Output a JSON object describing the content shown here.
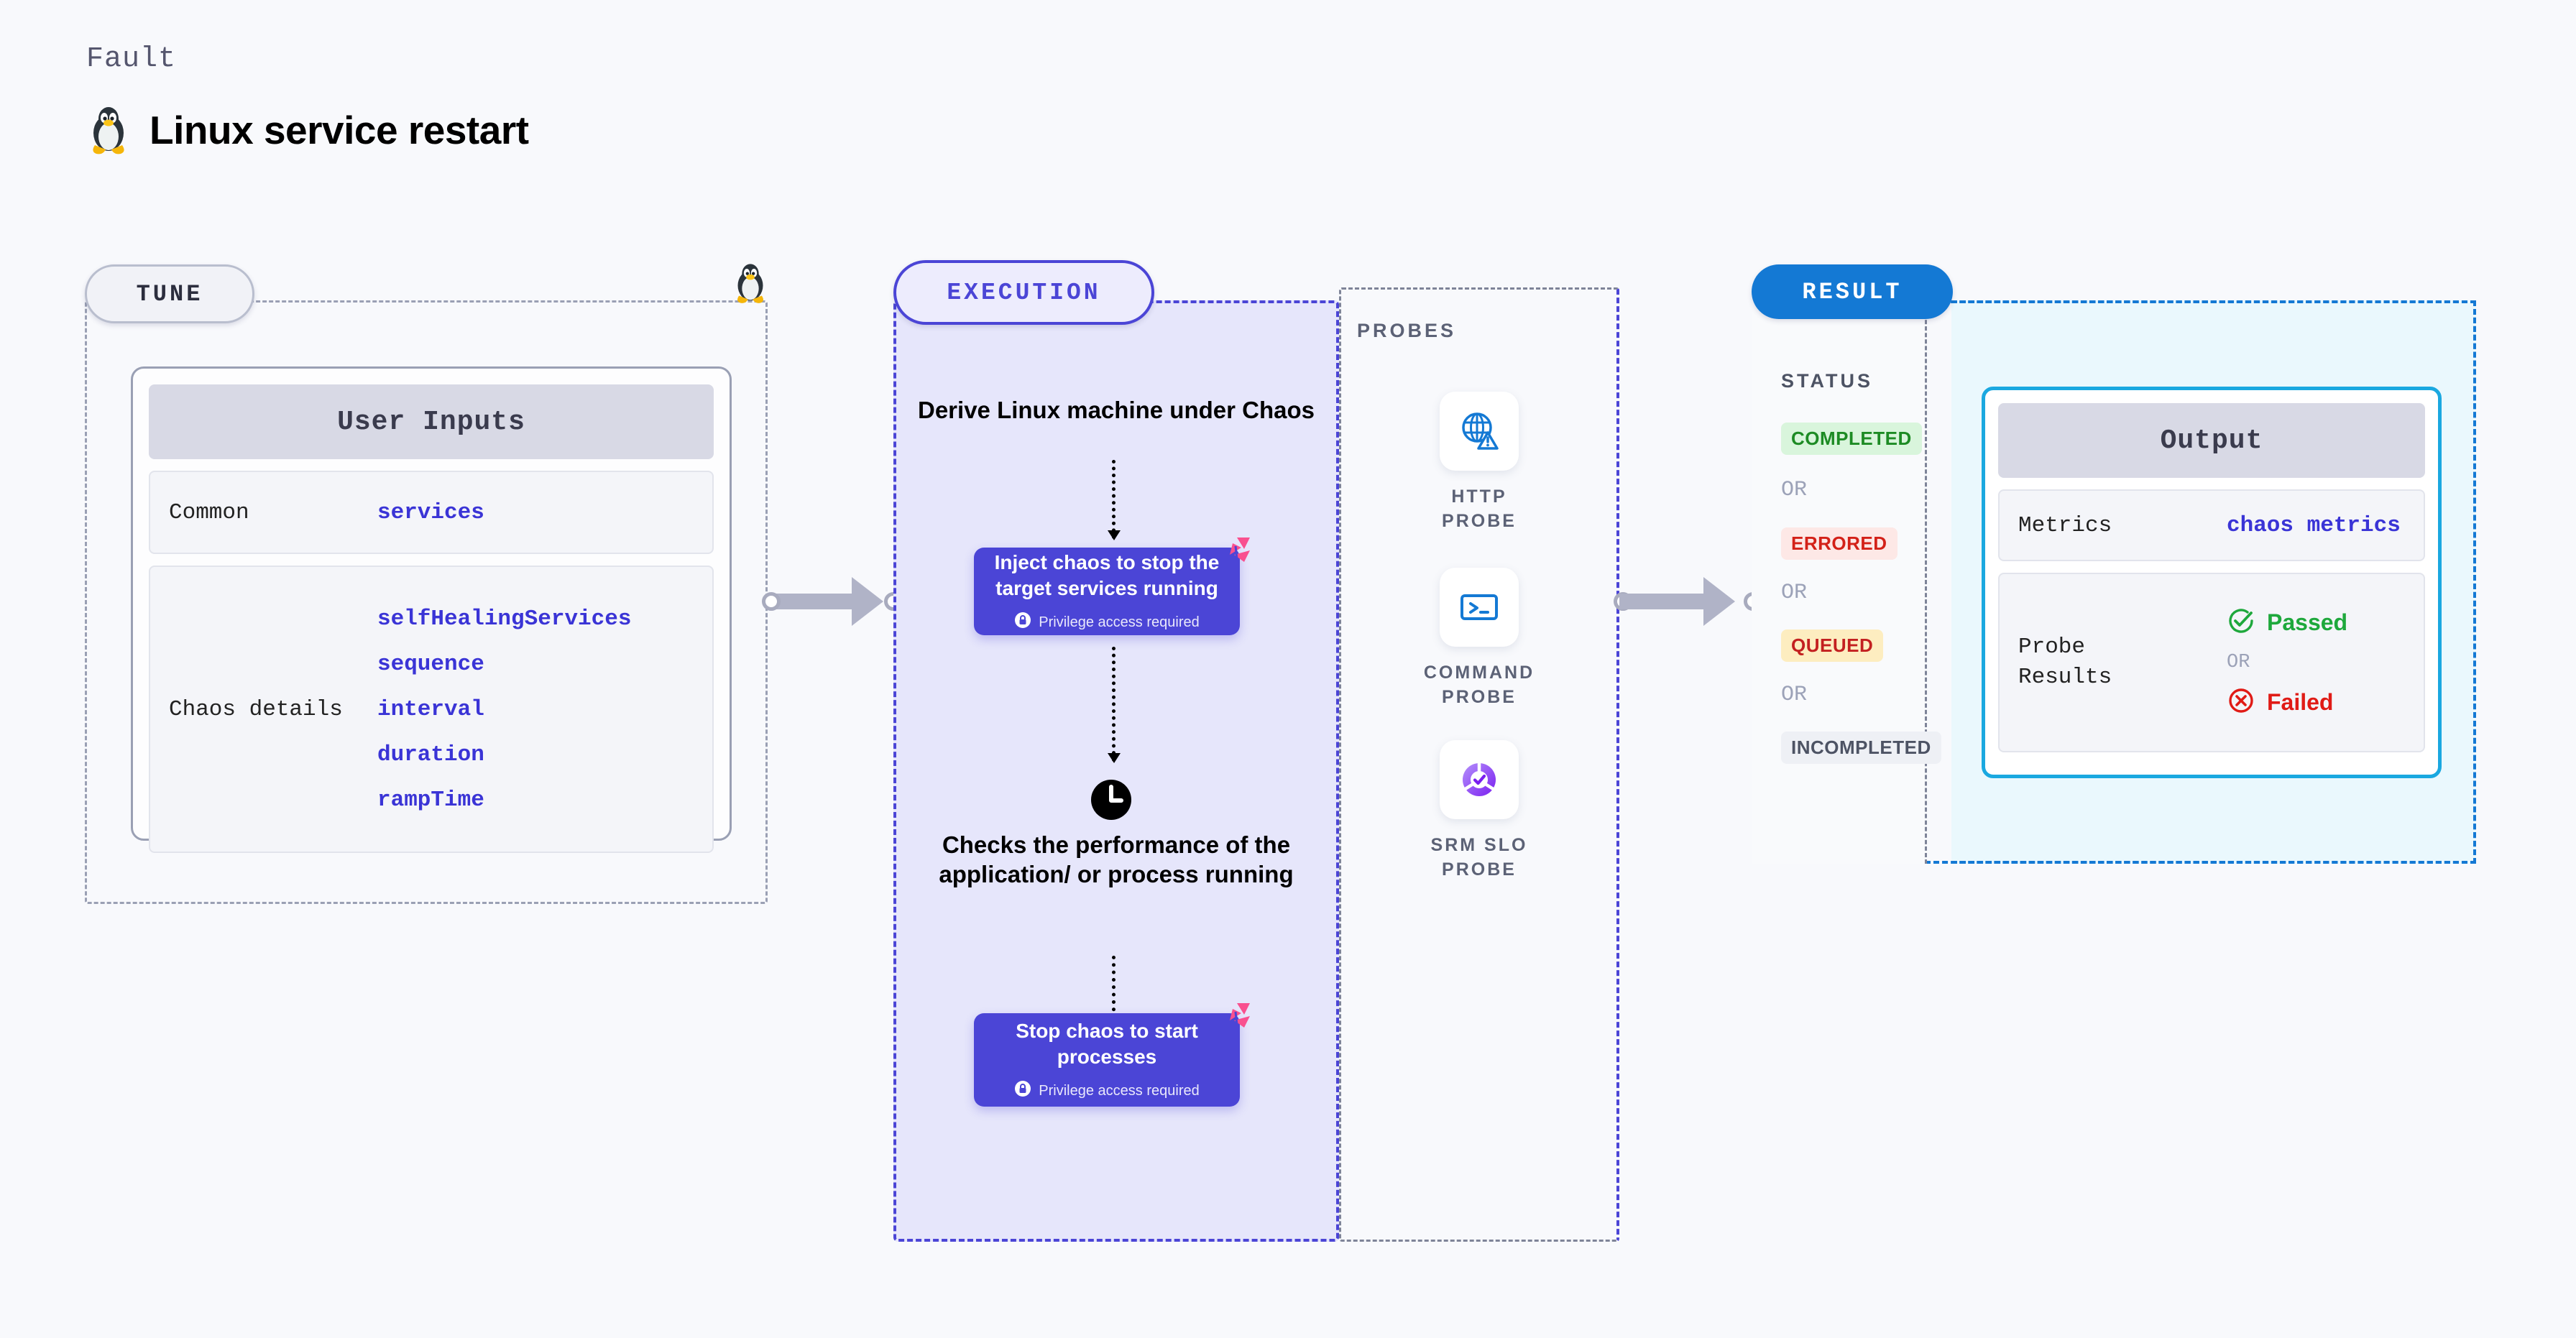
{
  "header": {
    "eyebrow": "Fault",
    "title": "Linux service restart",
    "icon": "tux-penguin-icon"
  },
  "tune": {
    "pill_label": "TUNE",
    "card_title": "User Inputs",
    "rows": [
      {
        "key": "Common",
        "values": [
          "services"
        ]
      },
      {
        "key": "Chaos details",
        "values": [
          "selfHealingServices",
          "sequence",
          "interval",
          "duration",
          "rampTime"
        ]
      }
    ]
  },
  "execution": {
    "pill_label": "EXECUTION",
    "step_derive": "Derive Linux machine under Chaos",
    "step_inject": {
      "title": "Inject chaos to stop the target services running",
      "privilege": "Privilege access required"
    },
    "step_check": "Checks the performance of the application/ or process running",
    "step_stop": {
      "title": "Stop chaos to start processes",
      "privilege": "Privilege access required"
    }
  },
  "probes": {
    "label": "PROBES",
    "items": [
      {
        "label": "HTTP PROBE",
        "icon": "globe-warning-icon"
      },
      {
        "label": "COMMAND PROBE",
        "icon": "terminal-icon"
      },
      {
        "label": "SRM SLO PROBE",
        "icon": "slo-donut-check-icon"
      }
    ]
  },
  "result": {
    "pill_label": "RESULT",
    "status_label": "STATUS",
    "or_label": "OR",
    "statuses": [
      {
        "label": "COMPLETED",
        "bg": "#d9f5dc",
        "fg": "#1d8b24"
      },
      {
        "label": "ERRORED",
        "bg": "#fde8e6",
        "fg": "#d32118"
      },
      {
        "label": "QUEUED",
        "bg": "#fdedc0",
        "fg": "#c32020"
      },
      {
        "label": "INCOMPLETED",
        "bg": "#eef0f5",
        "fg": "#4d5364"
      }
    ],
    "output": {
      "title": "Output",
      "metrics_key": "Metrics",
      "metrics_value": "chaos metrics",
      "probe_key": "Probe Results",
      "passed": "Passed",
      "failed": "Failed",
      "or_label": "OR"
    }
  },
  "colors": {
    "background": "#f8f9fc",
    "tune_border": "#9aa0b4",
    "execution": "#4b45d6",
    "execution_fill": "#e6e6fb",
    "result": "#1479d4",
    "result_fill": "#eaf8fd",
    "output_border": "#1aa8e0",
    "param_text": "#3a34d6",
    "litmus_pink": "#f9508f",
    "passed": "#1ea83c",
    "failed": "#e01b16"
  }
}
